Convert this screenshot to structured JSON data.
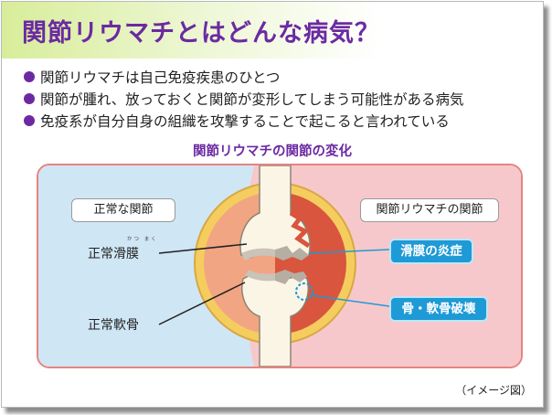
{
  "title": "関節リウマチとはどんな病気？",
  "bullets": [
    "関節リウマチは自己免疫疾患のひとつ",
    "関節が腫れ、放っておくと関節が変形してしまう可能性がある病気",
    "免疫系が自分自身の組織を攻撃することで起こると言われている"
  ],
  "diagram": {
    "title": "関節リウマチの関節の変化",
    "normal_tag": "正常な関節",
    "ra_tag": "関節リウマチの関節",
    "synovium_label": "正常滑膜",
    "synovium_ruby": "かつ まく",
    "cartilage_label": "正常軟骨",
    "inflammation_callout": "滑膜の炎症",
    "destruction_callout": "骨・軟骨破壊",
    "note": "（イメージ図）"
  },
  "colors": {
    "title": "#6b2aa2",
    "normal_bg": "#cfe6f5",
    "ra_bg": "#f7c8cb",
    "callout": "#1e9ad6"
  }
}
